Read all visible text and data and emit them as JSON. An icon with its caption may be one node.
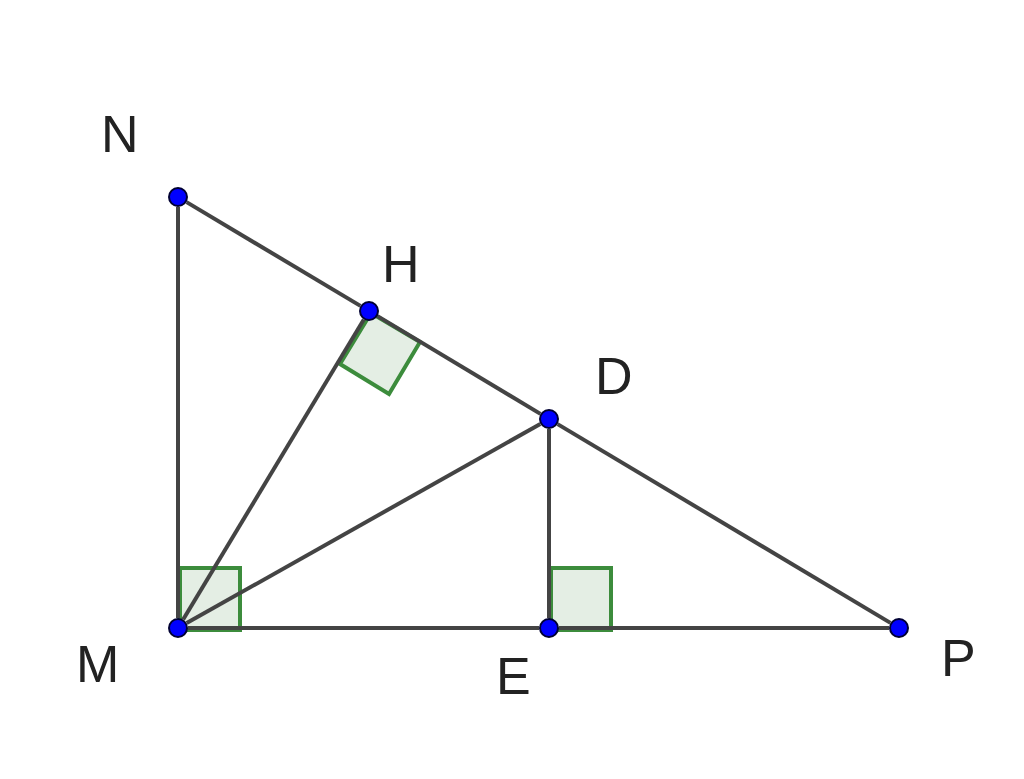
{
  "diagram": {
    "nodes": [
      {
        "text": [
          "N"
        ]
      },
      {
        "text": [
          "H"
        ]
      },
      {
        "text": [
          "D"
        ]
      },
      {
        "text": [
          "M"
        ]
      },
      {
        "text": [
          "E"
        ]
      },
      {
        "text": [
          "P"
        ]
      }
    ],
    "edges": [
      {
        "from": 0,
        "to": 3,
        "arrow": "none"
      },
      {
        "from": 0,
        "to": 1,
        "arrow": "none"
      },
      {
        "from": 1,
        "to": 2,
        "arrow": "none"
      },
      {
        "from": 2,
        "to": 5,
        "arrow": "none"
      },
      {
        "from": 3,
        "to": 4,
        "arrow": "none"
      },
      {
        "from": 4,
        "to": 5,
        "arrow": "none"
      },
      {
        "from": 3,
        "to": 1,
        "arrow": "none"
      },
      {
        "from": 3,
        "to": 2,
        "arrow": "none"
      },
      {
        "from": 2,
        "to": 4,
        "arrow": "none"
      }
    ]
  }
}
